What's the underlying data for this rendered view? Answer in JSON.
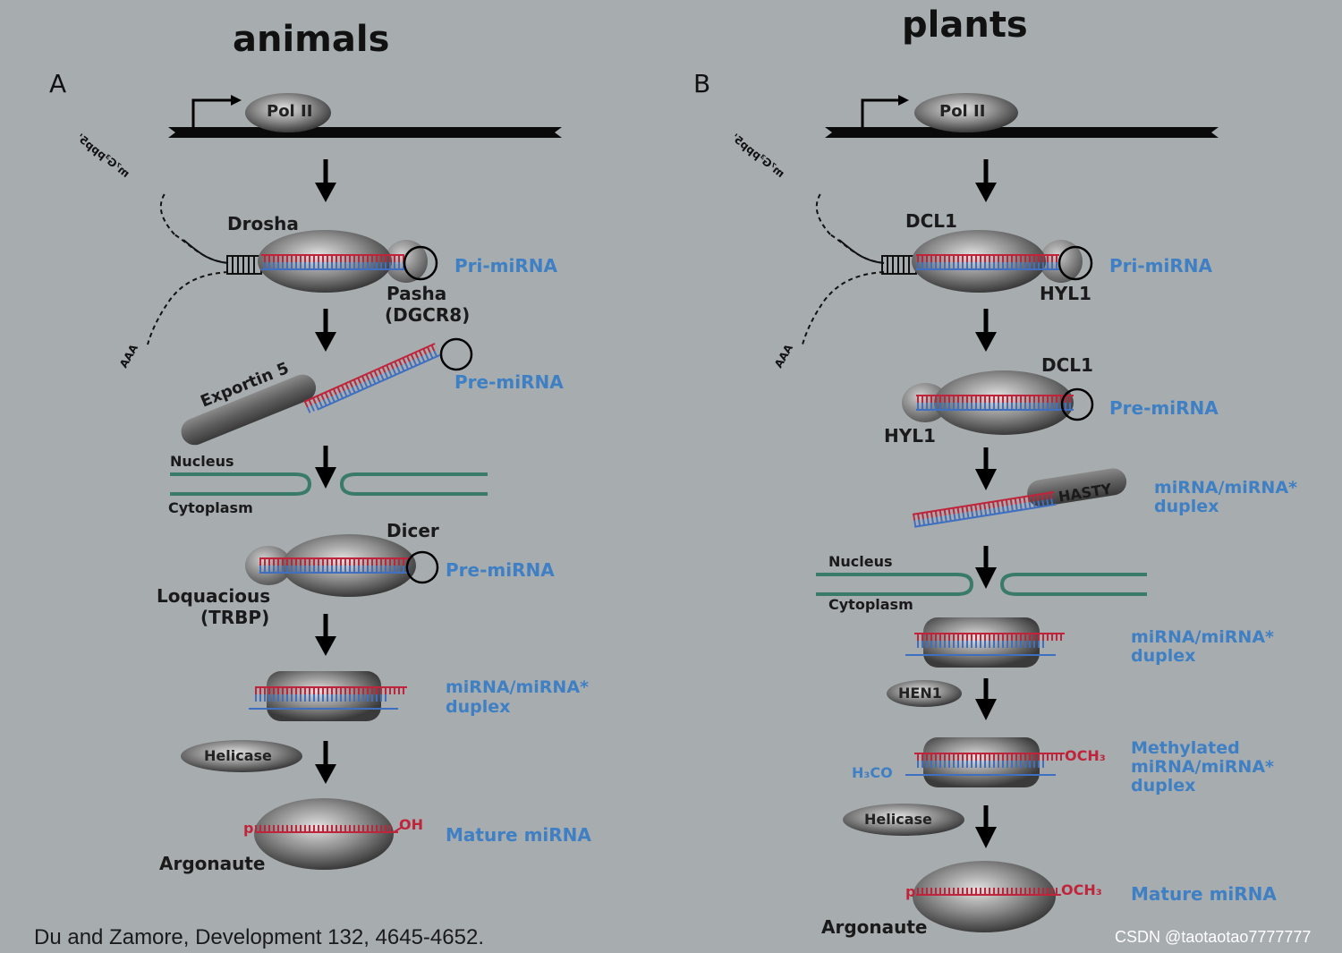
{
  "panels": {
    "animals": {
      "title": "animals",
      "letter": "A",
      "pol": "Pol II",
      "cap": "m⁷G³ppp5'",
      "polya": "AAA",
      "drosha": "Drosha",
      "pri": "Pri-miRNA",
      "pasha": "Pasha",
      "dgcr8": "(DGCR8)",
      "exportin": "Exportin 5",
      "pre1": "Pre-miRNA",
      "nucleus": "Nucleus",
      "cytoplasm": "Cytoplasm",
      "dicer": "Dicer",
      "pre2": "Pre-miRNA",
      "loquacious": "Loquacious",
      "trbp": "(TRBP)",
      "duplex_1": "miRNA/miRNA*",
      "duplex_2": "duplex",
      "helicase": "Helicase",
      "mature": "Mature miRNA",
      "argonaute": "Argonaute",
      "p": "p",
      "oh": "OH"
    },
    "plants": {
      "title": "plants",
      "letter": "B",
      "pol": "Pol II",
      "cap": "m⁷G³ppp5'",
      "polya": "AAA",
      "dcl1_a": "DCL1",
      "pri": "Pri-miRNA",
      "hyl1_a": "HYL1",
      "dcl1_b": "DCL1",
      "pre": "Pre-miRNA",
      "hyl1_b": "HYL1",
      "hasty": "HASTY",
      "duplex1_1": "miRNA/miRNA*",
      "duplex1_2": "duplex",
      "nucleus": "Nucleus",
      "cytoplasm": "Cytoplasm",
      "duplex2_1": "miRNA/miRNA*",
      "duplex2_2": "duplex",
      "hen1": "HEN1",
      "meth_1": "Methylated",
      "meth_2": "miRNA/miRNA*",
      "meth_3": "duplex",
      "och3_a": "OCH₃",
      "h3co": "H₃CO",
      "helicase": "Helicase",
      "mature": "Mature miRNA",
      "och3_b": "OCH₃",
      "argonaute": "Argonaute",
      "p": "p"
    }
  },
  "citation": "Du and Zamore, Development 132, 4645-4652.",
  "watermark": "CSDN @taotaotao7777777",
  "colors": {
    "background": "#a7acaf",
    "red_strand": "#c0243a",
    "blue_strand": "#3f6fc0",
    "label_blue": "#3f7fc4",
    "membrane": "#3a7a68"
  }
}
